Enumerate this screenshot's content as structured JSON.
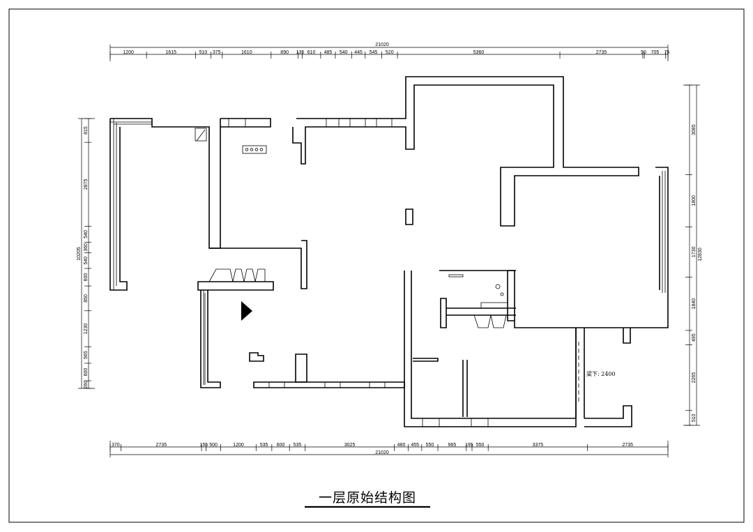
{
  "title": "一层原始结构图",
  "beam_note": "梁下: 2400",
  "dims": {
    "top_total": "21020",
    "bottom_total": "21020",
    "left_total": "10205",
    "right_total": "12830",
    "top": [
      "1200",
      "1615",
      "510",
      "375",
      "1610",
      "890",
      "135",
      "610",
      "485",
      "540",
      "445",
      "545",
      "520",
      "5360",
      "2735",
      "50",
      "705",
      "75"
    ],
    "bottom": [
      "370",
      "2735",
      "155",
      "500",
      "1200",
      "535",
      "600",
      "535",
      "3025",
      "480",
      "455",
      "550",
      "965",
      "195",
      "550",
      "3375",
      "2735"
    ],
    "left": [
      "815",
      "2875",
      "540",
      "360",
      "540",
      "600",
      "850",
      "1230",
      "565",
      "600",
      "260"
    ],
    "right": [
      "3085",
      "1800",
      "1730",
      "1840",
      "495",
      "2265",
      "510"
    ]
  }
}
